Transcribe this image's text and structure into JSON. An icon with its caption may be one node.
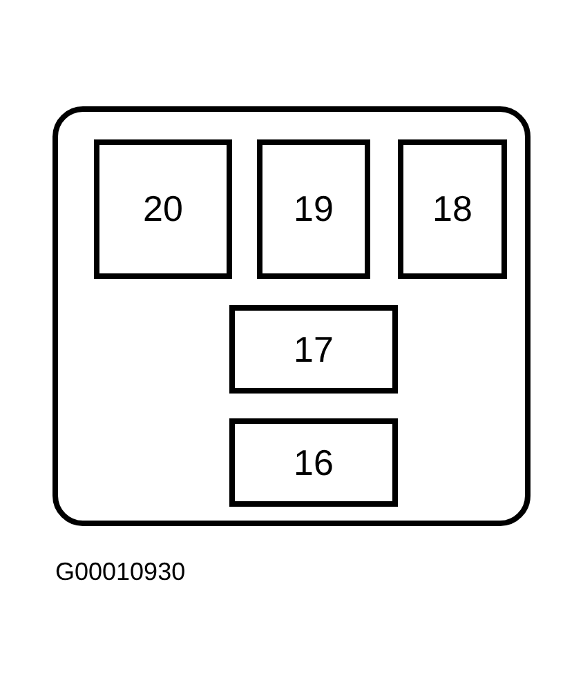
{
  "diagram": {
    "nodes": [
      {
        "text": [],
        "shape": "box"
      },
      {
        "text": [
          "20"
        ],
        "in": 0
      },
      {
        "text": [
          "19"
        ],
        "in": 0
      },
      {
        "text": [
          "18"
        ],
        "in": 0
      },
      {
        "text": [
          "17"
        ],
        "in": 0
      },
      {
        "text": [
          "16"
        ],
        "in": 0
      }
    ],
    "edges": [],
    "labels": [
      "G00010930"
    ]
  }
}
